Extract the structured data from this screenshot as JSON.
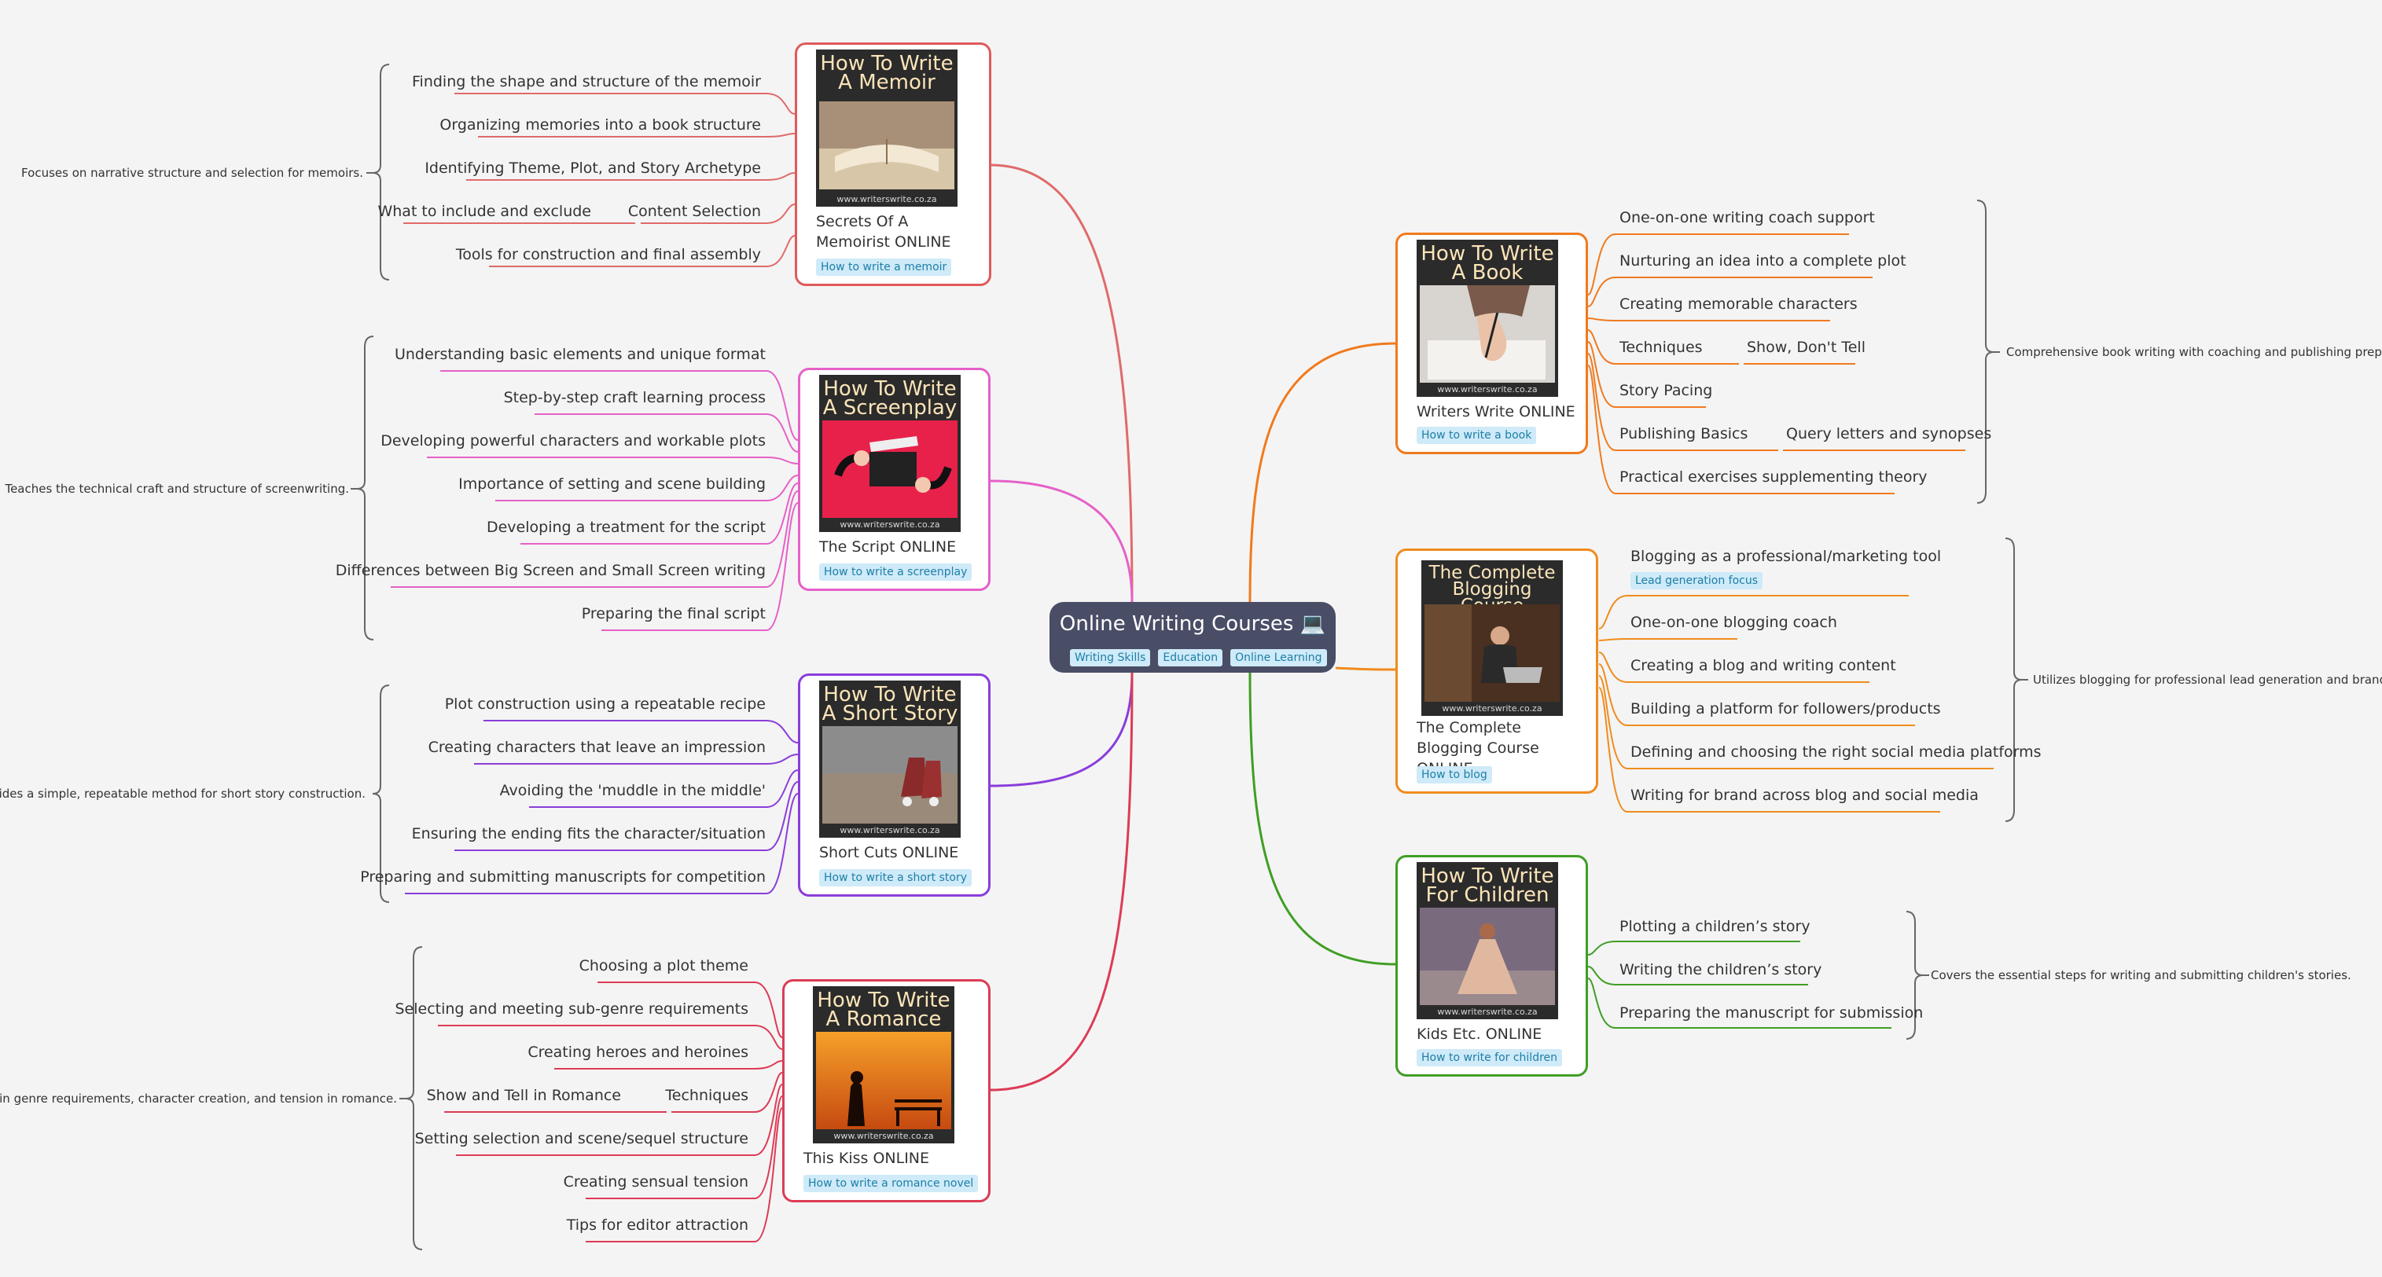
{
  "center": {
    "title": "Online Writing Courses 💻",
    "tags": [
      "Writing Skills",
      "Education",
      "Online Learning"
    ]
  },
  "courses": {
    "memoir": {
      "cover_title": "How To Write A Memoir",
      "cover_url": "www.writerswrite.co.za",
      "title": "Secrets Of A Memoirist ONLINE",
      "tag": "How to write a memoir",
      "color": "#e05a5a",
      "items": [
        "Finding the shape and structure of the memoir",
        "Organizing memories into a book structure",
        "Identifying Theme, Plot, and Story Archetype",
        "Content Selection",
        "Tools for construction and final assembly"
      ],
      "sub_item": "What to include and exclude",
      "summary": "Focuses on narrative structure and selection for memoirs."
    },
    "screenplay": {
      "cover_title": "How To Write A Screenplay",
      "cover_url": "www.writerswrite.co.za",
      "title": "The Script ONLINE",
      "tag": "How to write a screenplay",
      "color": "#e660c8",
      "items": [
        "Understanding basic elements and unique format",
        "Step-by-step craft learning process",
        "Developing powerful characters and workable plots",
        "Importance of setting and scene building",
        "Developing a treatment for the script",
        "Differences between Big Screen and Small Screen writing",
        "Preparing the final script"
      ],
      "summary": "Teaches the technical craft and structure of screenwriting."
    },
    "short_story": {
      "cover_title": "How To Write A Short Story",
      "cover_url": "www.writerswrite.co.za",
      "title": "Short Cuts ONLINE",
      "tag": "How to write a short story",
      "color": "#8a3ddb",
      "items": [
        "Plot construction using a repeatable recipe",
        "Creating characters that leave an impression",
        "Avoiding the 'muddle in the middle'",
        "Ensuring the ending fits the character/situation",
        "Preparing and submitting manuscripts for competition"
      ],
      "summary": "Provides a simple, repeatable method for short story construction."
    },
    "romance": {
      "cover_title": "How To Write A Romance",
      "cover_url": "www.writerswrite.co.za",
      "title": "This Kiss ONLINE",
      "tag": "How to write a romance novel",
      "color": "#dd3b55",
      "items": [
        "Choosing a plot theme",
        "Selecting and meeting sub-genre requirements",
        "Creating heroes and heroines",
        "Techniques",
        "Setting selection and scene/sequel structure",
        "Creating sensual tension",
        "Tips for editor attraction"
      ],
      "sub_item": "Show and Tell in Romance",
      "summary": "zes in genre requirements, character creation, and tension in romance."
    },
    "book": {
      "cover_title": "How To Write A Book",
      "cover_url": "www.writerswrite.co.za",
      "title": "Writers Write ONLINE",
      "tag": "How to write a book",
      "color": "#f07a1e",
      "items": [
        "One-on-one writing coach support",
        "Nurturing an idea into a complete plot",
        "Creating memorable characters",
        "Techniques",
        "Story Pacing",
        "Publishing Basics",
        "Practical exercises supplementing theory"
      ],
      "sub_items": {
        "techniques": "Show, Don't Tell",
        "publishing": "Query letters and synopses"
      },
      "summary": "Comprehensive book writing with coaching and publishing prep."
    },
    "blogging": {
      "cover_title": "The Complete Blogging Course",
      "cover_url": "www.writerswrite.co.za",
      "title": "The Complete Blogging Course ONLINE",
      "tag": "How to blog",
      "color": "#f08c1e",
      "items": [
        "Blogging as a professional/marketing tool",
        "One-on-one blogging coach",
        "Creating a blog and writing content",
        "Building a platform for followers/products",
        "Defining and choosing the right social media platforms",
        "Writing for brand across blog and social media"
      ],
      "item_tag": "Lead generation focus",
      "summary": "Utilizes blogging for professional lead generation and branding"
    },
    "children": {
      "cover_title": "How To Write For Children",
      "cover_url": "www.writerswrite.co.za",
      "title": "Kids Etc. ONLINE",
      "tag": "How to write for children",
      "color": "#3f9e24",
      "items": [
        "Plotting a children’s story",
        "Writing the children’s story",
        "Preparing the manuscript for submission"
      ],
      "summary": "Covers the essential steps for writing and submitting children's stories."
    }
  }
}
